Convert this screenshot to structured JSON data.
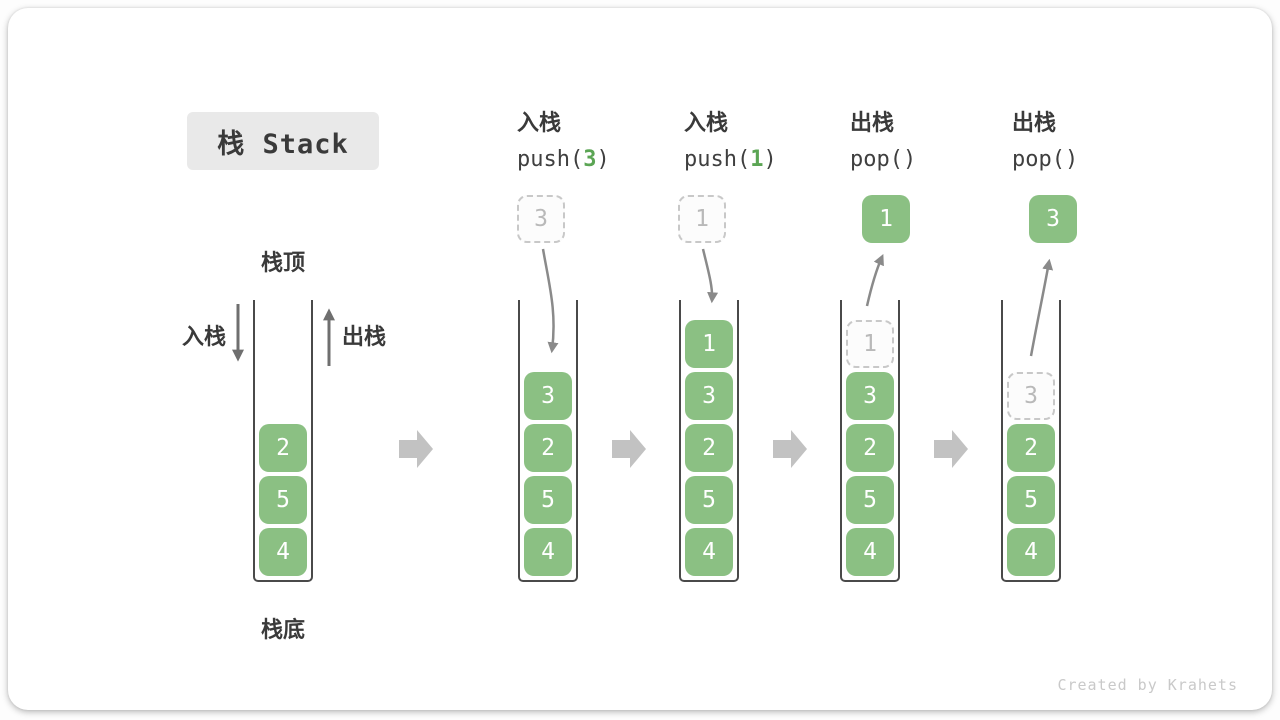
{
  "title": "栈 Stack",
  "labels": {
    "stack_top": "栈顶",
    "stack_bottom": "栈底",
    "push": "入栈",
    "pop": "出栈"
  },
  "operations": [
    {
      "name": "入栈",
      "fn": "push(",
      "arg": "3",
      "close": ")"
    },
    {
      "name": "入栈",
      "fn": "push(",
      "arg": "1",
      "close": ")"
    },
    {
      "name": "出栈",
      "fn": "pop(",
      "arg": "",
      "close": ")"
    },
    {
      "name": "出栈",
      "fn": "pop(",
      "arg": "",
      "close": ")"
    }
  ],
  "stacks": [
    {
      "items": [
        "2",
        "5",
        "4"
      ]
    },
    {
      "floating": "3",
      "items": [
        "3",
        "2",
        "5",
        "4"
      ]
    },
    {
      "floating": "1",
      "items": [
        "1",
        "3",
        "2",
        "5",
        "4"
      ]
    },
    {
      "floating": "1",
      "items": [
        "1",
        "3",
        "2",
        "5",
        "4"
      ]
    },
    {
      "floating": "3",
      "items": [
        "3",
        "2",
        "5",
        "4"
      ]
    }
  ],
  "watermark": "Created by Krahets",
  "colors": {
    "cell_green": "#8BC083",
    "arg_green": "#5BA554",
    "ghost_border": "#C8C8C8",
    "ghost_text": "#B9B9B9",
    "flow_arrow": "#8A8A8A",
    "direction_arrow": "#6F6F6F",
    "step_arrow": "#C2C2C2",
    "ink": "#3A3A3A",
    "title_bg": "#E9E9E9",
    "stack_wall": "#4A4A4A",
    "watermark": "#C9C9C9"
  }
}
